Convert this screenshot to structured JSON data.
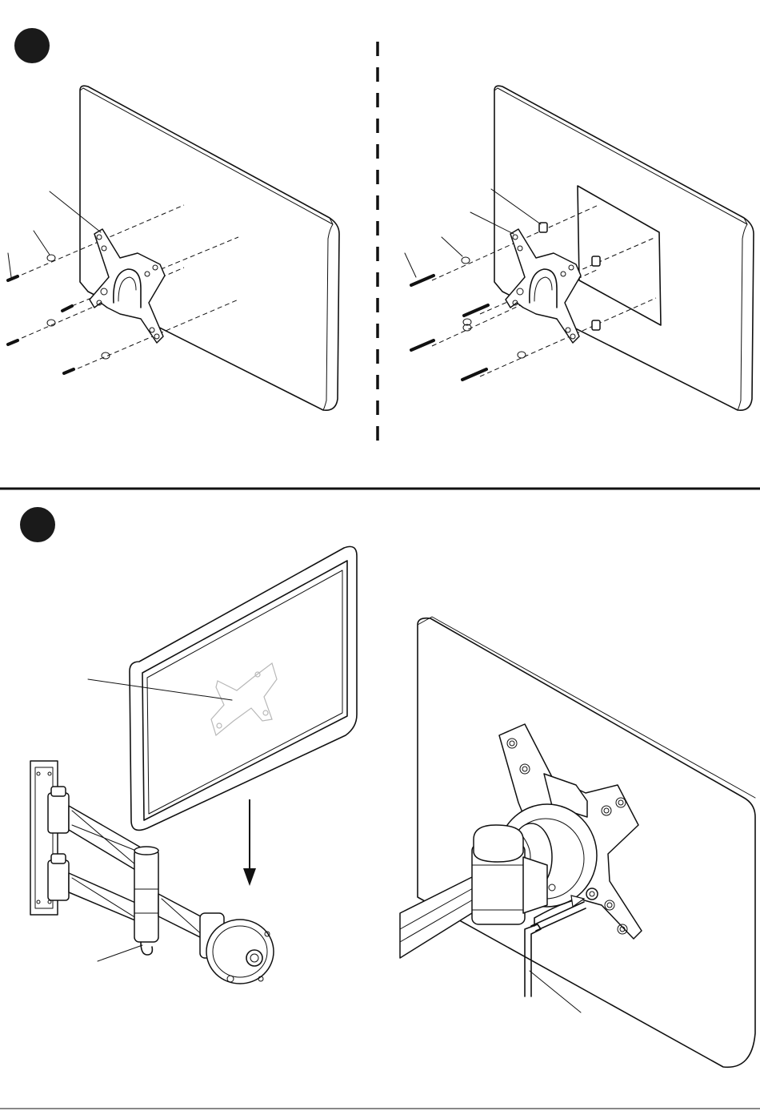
{
  "steps": [
    {
      "id": "step-a",
      "badge_color": "#1a1a1a",
      "label": ""
    },
    {
      "id": "step-b",
      "badge_color": "#1a1a1a",
      "label": ""
    }
  ],
  "colors": {
    "line": "#111111",
    "ghost_bracket": "#b8b8b8",
    "background": "#ffffff"
  },
  "parts": {
    "left_panel": [
      "monitor",
      "vesa-bracket",
      "washer",
      "short-screw"
    ],
    "right_panel": [
      "monitor",
      "vesa-bracket",
      "washer",
      "long-screw",
      "spacer"
    ],
    "lower_left": [
      "wall-plate",
      "swing-arm",
      "monitor",
      "hook"
    ],
    "lower_right": [
      "monitor",
      "bracket",
      "arm-head",
      "hex-key"
    ]
  }
}
